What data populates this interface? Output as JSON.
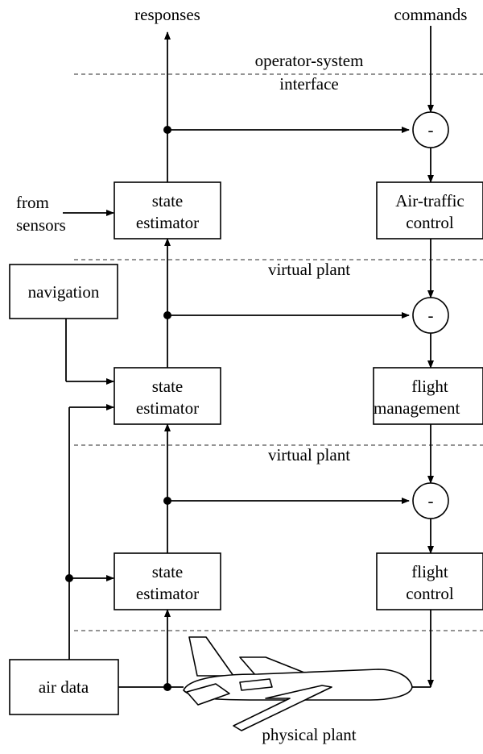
{
  "top_labels": {
    "responses": "responses",
    "commands": "commands"
  },
  "boundaries": {
    "interface_line1": "operator-system",
    "interface_line2": "interface",
    "virtual_plant_1": "virtual plant",
    "virtual_plant_2": "virtual plant",
    "physical_plant": "physical plant"
  },
  "inputs": {
    "from_sensors_line1": "from",
    "from_sensors_line2": "sensors"
  },
  "blocks": {
    "state_estimator_top": [
      "state",
      "estimator"
    ],
    "state_estimator_mid": [
      "state",
      "estimator"
    ],
    "state_estimator_low": [
      "state",
      "estimator"
    ],
    "air_traffic_control": [
      "Air-traffic",
      "control"
    ],
    "flight_management": [
      "flight",
      "management"
    ],
    "flight_control": [
      "flight",
      "control"
    ],
    "navigation": "navigation",
    "air_data": "air data"
  },
  "summing_junction_sign": "-"
}
